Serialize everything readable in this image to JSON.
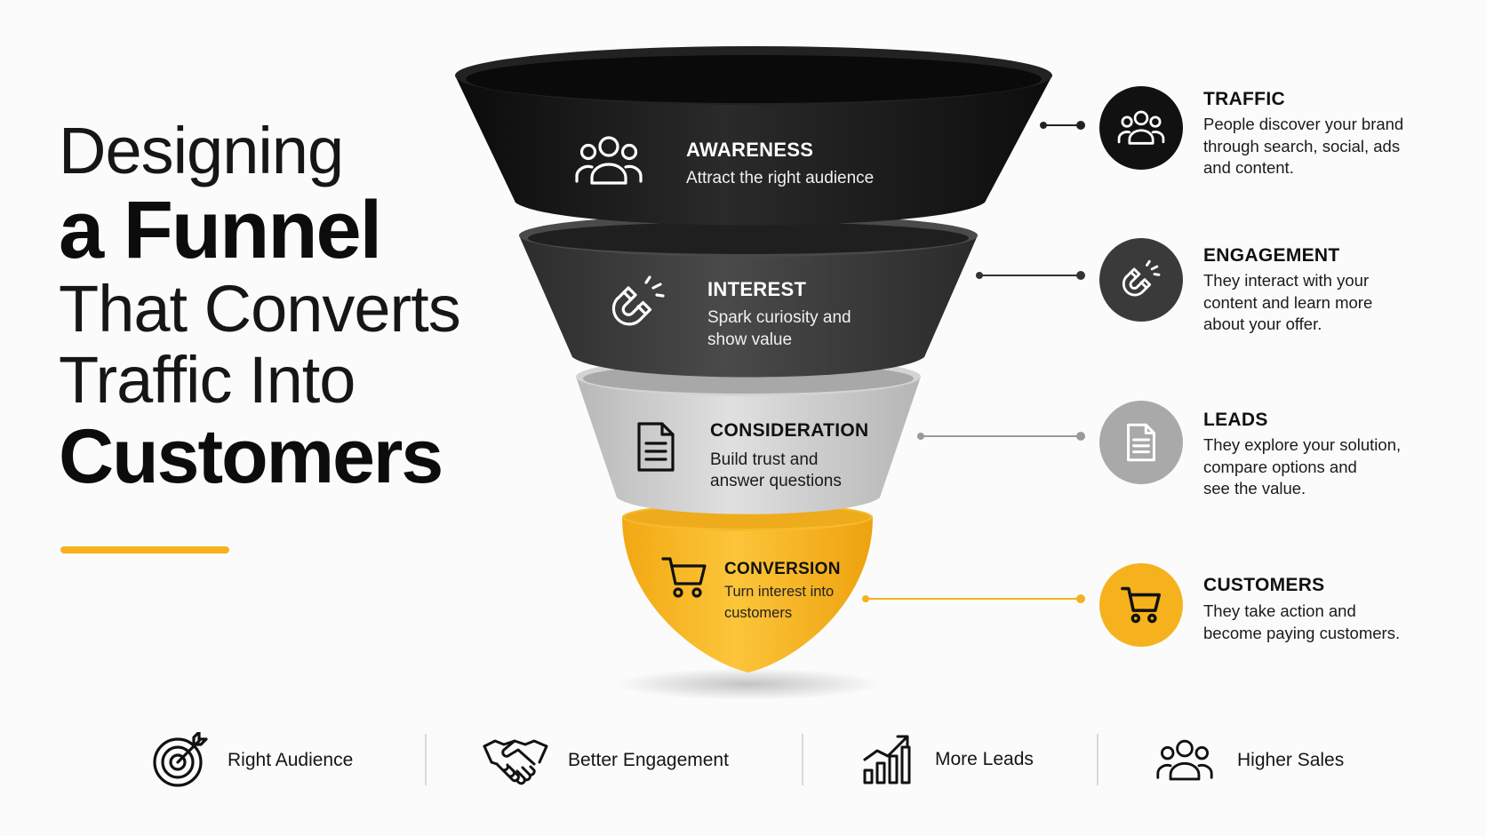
{
  "headline": {
    "line1": "Designing",
    "line2": "a Funnel",
    "line3": "That Converts",
    "line4": "Traffic Into",
    "line5": "Customers"
  },
  "funnel": [
    {
      "title": "AWARENESS",
      "subtitle_lines": [
        "Attract the right audience"
      ],
      "icon": "users-icon",
      "color": "#161616"
    },
    {
      "title": "INTEREST",
      "subtitle_lines": [
        "Spark curiosity and",
        "show value"
      ],
      "icon": "magnet-icon",
      "color": "#3b3b3b"
    },
    {
      "title": "CONSIDERATION",
      "subtitle_lines": [
        "Build trust and",
        "answer questions"
      ],
      "icon": "document-icon",
      "color": "#c9c9c9"
    },
    {
      "title": "CONVERSION",
      "subtitle_lines": [
        "Turn interest into",
        "customers"
      ],
      "icon": "cart-icon",
      "color": "#f5b21d"
    }
  ],
  "stages": [
    {
      "title": "TRAFFIC",
      "desc_lines": [
        "People discover your brand",
        "through search, social, ads",
        "and content."
      ],
      "icon": "users-icon",
      "color": "#111111"
    },
    {
      "title": "ENGAGEMENT",
      "desc_lines": [
        "They interact with your",
        "content and learn more",
        "about your offer."
      ],
      "icon": "magnet-icon",
      "color": "#3a3a3a"
    },
    {
      "title": "LEADS",
      "desc_lines": [
        "They explore your solution,",
        "compare options and",
        "see the value."
      ],
      "icon": "document-icon",
      "color": "#a9a9a9"
    },
    {
      "title": "CUSTOMERS",
      "desc_lines": [
        "They take action and",
        "become paying customers."
      ],
      "icon": "cart-icon",
      "color": "#f5b21d"
    }
  ],
  "benefits": [
    {
      "label": "Right Audience",
      "icon": "target-icon"
    },
    {
      "label": "Better Engagement",
      "icon": "handshake-icon"
    },
    {
      "label": "More Leads",
      "icon": "growth-chart-icon"
    },
    {
      "label": "Higher Sales",
      "icon": "users-icon"
    }
  ],
  "colors": {
    "accent": "#f5b21d",
    "dark": "#111111",
    "mid": "#3a3a3a",
    "light": "#c9c9c9"
  }
}
